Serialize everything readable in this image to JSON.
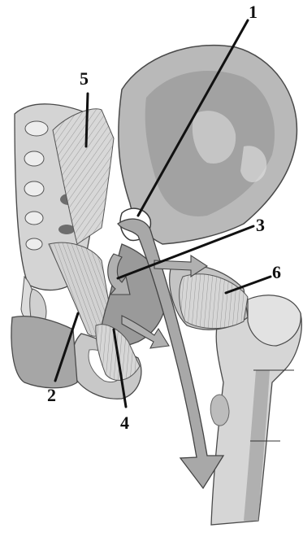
{
  "labels": {
    "l1": "1",
    "l2": "2",
    "l3": "3",
    "l4": "4",
    "l5": "5",
    "l6": "6"
  },
  "colors": {
    "bone_light": "#d9d9d9",
    "bone_mid": "#b3b3b3",
    "bone_dark": "#7d7d7d",
    "ligament": "#cfcfcf",
    "arrow_fill": "#a8a8a8",
    "line": "#111111"
  }
}
